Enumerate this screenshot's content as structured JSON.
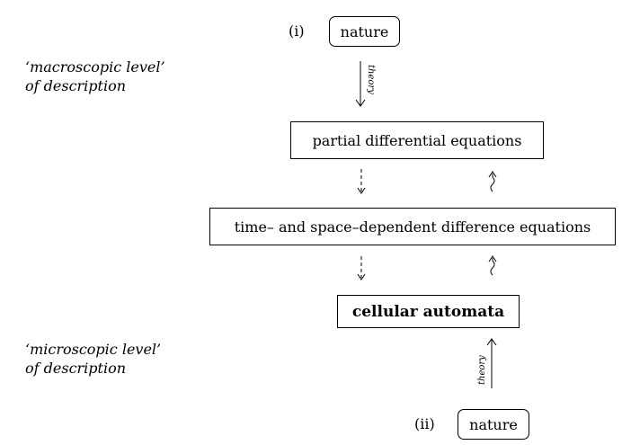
{
  "labels": {
    "top_marker": "(i)",
    "bottom_marker": "(ii)"
  },
  "boxes": {
    "nature_top": "nature",
    "pde": "partial differential equations",
    "difference": "time– and space–dependent difference equations",
    "ca": "cellular automata",
    "nature_bottom": "nature"
  },
  "side_notes": {
    "macro_line1": "‘macroscopic level’",
    "macro_line2": "of description",
    "micro_line1": "‘microscopic  level’",
    "micro_line2": "of description"
  },
  "arrow_labels": {
    "top_theory": "theory",
    "bottom_theory": "theory"
  }
}
